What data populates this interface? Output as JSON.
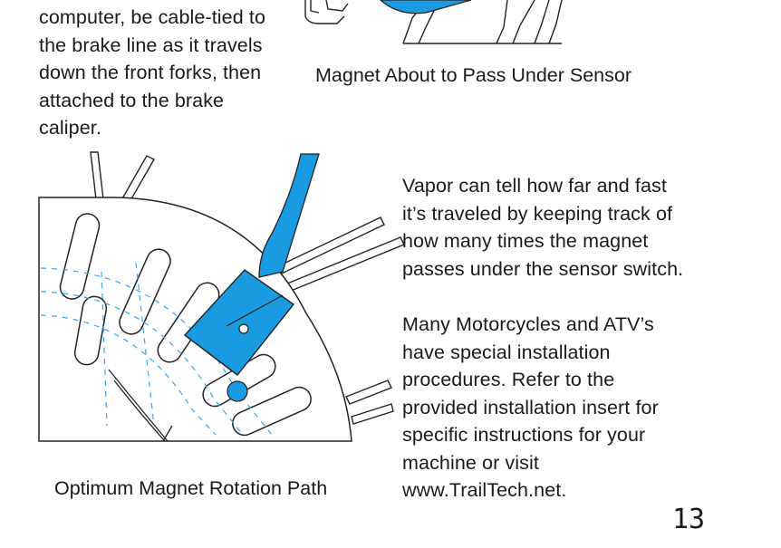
{
  "top_paragraph": "computer, be cable-tied to\nthe brake line as it travels\ndown the front forks, then\nattached to the brake\ncaliper.",
  "top_caption": "Magnet About to Pass Under Sensor",
  "right_paragraph_1": "Vapor can tell how far and fast\nit’s traveled by keeping track of\nhow many times the magnet\npasses under the sensor switch.",
  "right_paragraph_2": "Many Motorcycles and ATV’s\nhave special installation\nprocedures.  Refer to the\nprovided installation insert for\nspecific instructions for your\nmachine or visit\nwww.TrailTech.net.",
  "bottom_caption": "Optimum Magnet Rotation Path",
  "page_number": "13",
  "colors": {
    "sensor_blue": "#1a9ae0",
    "rotation_path_blue": "#3aa6e6",
    "line_art": "#222222"
  }
}
